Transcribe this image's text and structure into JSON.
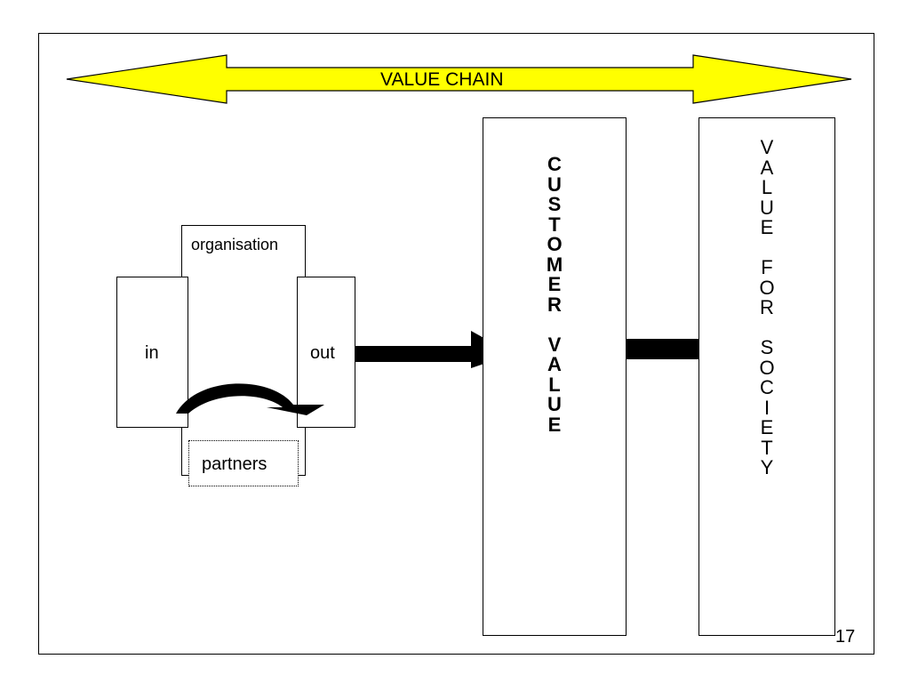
{
  "diagram": {
    "value_chain_label": "VALUE CHAIN",
    "organisation_label": "organisation",
    "in_label": "in",
    "out_label": "out",
    "partners_label": "partners",
    "customer_value_letters": [
      "C",
      "U",
      "S",
      "T",
      "O",
      "M",
      "E",
      "R",
      "",
      "V",
      "A",
      "L",
      "U",
      "E"
    ],
    "society_value_letters": [
      "V",
      "A",
      "L",
      "U",
      "E",
      "",
      "F",
      "O",
      "R",
      "",
      "S",
      "O",
      "C",
      "I",
      "E",
      "T",
      "Y"
    ],
    "arrow_fill_color": "#ffff00"
  },
  "page_number": "17"
}
